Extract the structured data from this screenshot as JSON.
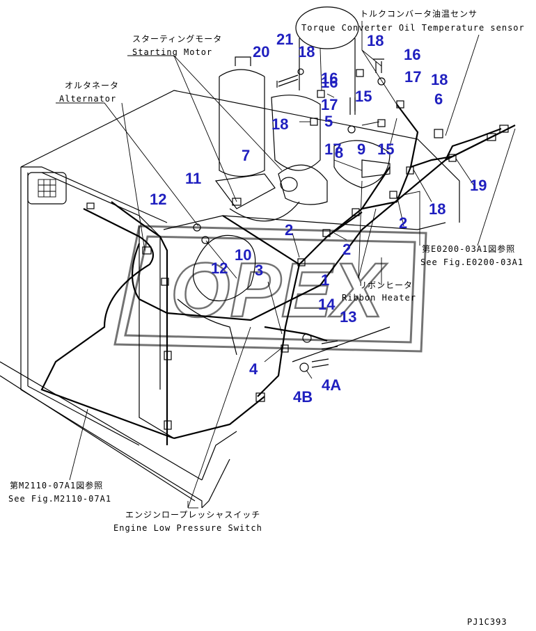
{
  "callouts": [
    {
      "id": "torque-sensor",
      "jp": "トルクコンバータ油温センサ",
      "en": "Torque Converter Oil Temperature sensor"
    },
    {
      "id": "starting-motor",
      "jp": "スターティングモータ",
      "en": "Starting Motor"
    },
    {
      "id": "alternator",
      "jp": "オルタネータ",
      "en": "Alternator"
    },
    {
      "id": "ribbon-heater",
      "jp": "リボンヒータ",
      "en": "Ribbon Heater"
    },
    {
      "id": "see-e0200",
      "jp": "第E0200-03A1図参照",
      "en": "See Fig.E0200-03A1"
    },
    {
      "id": "see-m2110",
      "jp": "第M2110-07A1図参照",
      "en": "See Fig.M2110-07A1"
    },
    {
      "id": "low-pressure-switch",
      "jp": "エンジンロープレッシャスイッチ",
      "en": "Engine Low Pressure Switch"
    }
  ],
  "part_numbers": [
    "18",
    "16",
    "21",
    "20",
    "18",
    "17",
    "16",
    "15",
    "17",
    "18",
    "6",
    "18",
    "5",
    "17",
    "16",
    "7",
    "8",
    "9",
    "15",
    "11",
    "19",
    "12",
    "18",
    "2",
    "2",
    "10",
    "2",
    "12",
    "3",
    "1",
    "14",
    "13",
    "4",
    "4A",
    "4B"
  ],
  "watermark": "OPEX",
  "code": "PJ1C393"
}
